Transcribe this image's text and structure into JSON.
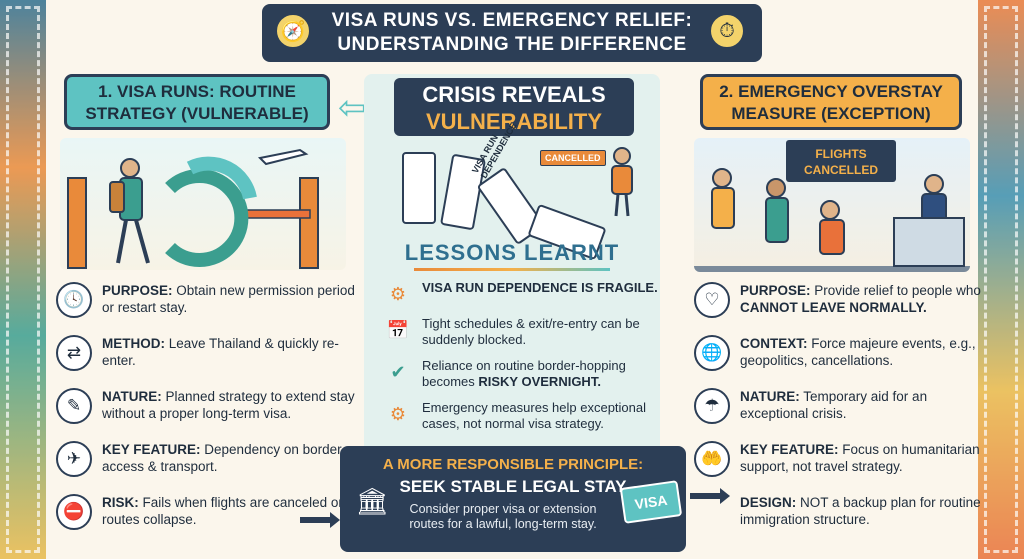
{
  "title": {
    "line1": "VISA RUNS VS. EMERGENCY RELIEF:",
    "line2": "UNDERSTANDING THE DIFFERENCE"
  },
  "left": {
    "header_line1": "1. VISA RUNS: ROUTINE",
    "header_line2": "STRATEGY (VULNERABLE)",
    "items": [
      {
        "label": "PURPOSE:",
        "text": "Obtain new permission period or restart stay.",
        "icon": "clock-icon"
      },
      {
        "label": "METHOD:",
        "text": "Leave Thailand & quickly re-enter.",
        "icon": "exchange-arrows-icon"
      },
      {
        "label": "NATURE:",
        "text": "Planned strategy to extend stay without a proper long-term visa.",
        "icon": "pencil-icon"
      },
      {
        "label": "KEY FEATURE:",
        "text": "Dependency on border access & transport.",
        "icon": "airplane-icon"
      },
      {
        "label": "RISK:",
        "text": "Fails when flights are canceled or routes collapse.",
        "icon": "barrier-icon"
      }
    ]
  },
  "center": {
    "crisis_line1": "CRISIS REVEALS",
    "crisis_line2": "VULNERABILITY",
    "domino_text": "VISA RUN DEPENDENCE",
    "cancelled_sign": "CANCELLED",
    "lessons_title": "LESSONS LEARNT",
    "lessons": [
      {
        "bold": "VISA RUN DEPENDENCE IS FRAGILE.",
        "pre": "",
        "post": "",
        "icon": "gears-icon"
      },
      {
        "bold": "",
        "pre": "Tight schedules & exit/re-entry can be suddenly blocked.",
        "post": "",
        "icon": "calendar-icon"
      },
      {
        "bold": "RISKY OVERNIGHT.",
        "pre": "Reliance on routine border-hopping becomes ",
        "post": "",
        "icon": "check-icon"
      },
      {
        "bold": "",
        "pre": "Emergency measures help exceptional cases, not normal visa strategy.",
        "post": "",
        "icon": "warning-gear-icon"
      }
    ],
    "principle_line1": "A MORE RESPONSIBLE PRINCIPLE:",
    "principle_line2": "SEEK STABLE LEGAL STAY",
    "principle_line3": "Consider proper visa or extension routes for a lawful, long-term stay.",
    "visa_card": "VISA"
  },
  "right": {
    "header_line1": "2. EMERGENCY OVERSTAY",
    "header_line2": "MEASURE (EXCEPTION)",
    "flights_sign_line1": "FLIGHTS",
    "flights_sign_line2": "CANCELLED",
    "items": [
      {
        "label": "PURPOSE:",
        "pre": "Provide relief to people who ",
        "bold": "CANNOT LEAVE NORMALLY.",
        "icon": "heart-hand-icon"
      },
      {
        "label": "CONTEXT:",
        "pre": "Force majeure events, e.g., geopolitics, cancellations.",
        "bold": "",
        "icon": "globe-icon"
      },
      {
        "label": "NATURE:",
        "pre": "Temporary aid for an exceptional crisis.",
        "bold": "",
        "icon": "umbrella-icon"
      },
      {
        "label": "KEY FEATURE:",
        "pre": "Focus on humanitarian support, not travel strategy.",
        "bold": "",
        "icon": "helping-hand-icon"
      },
      {
        "label": "DESIGN:",
        "pre": "NOT a backup plan for routine immigration structure.",
        "bold": "",
        "icon": "none"
      }
    ]
  },
  "colors": {
    "navy": "#2c3e56",
    "teal": "#5ec3c2",
    "orange": "#f4b04a",
    "accent_orange": "#e98a3a"
  }
}
